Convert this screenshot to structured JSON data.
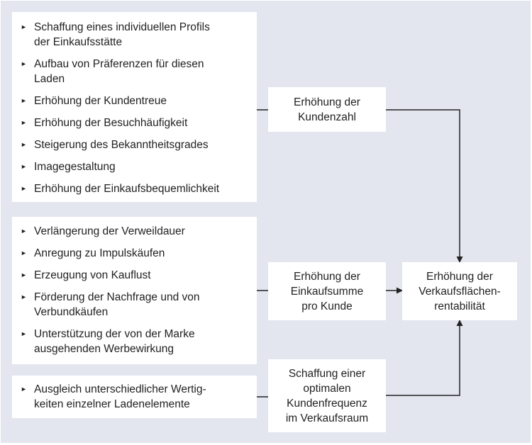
{
  "group_kundenzahl": {
    "items": [
      "Schaffung eines individuellen Profils\nder Einkaufsstätte",
      "Aufbau von Präferenzen für diesen\nLaden",
      "Erhöhung der Kundentreue",
      "Erhöhung der Besuchhäufigkeit",
      "Steigerung des Bekanntheitsgrades",
      "Imagegestaltung",
      "Erhöhung der Einkaufsbequemlichkeit"
    ]
  },
  "group_einkaufssumme": {
    "items": [
      "Verlängerung der Verweildauer",
      "Anregung zu Impulskäufen",
      "Erzeugung von Kauflust",
      "Förderung der Nachfrage und von\nVerbundkäufen",
      "Unterstützung der von der Marke\nausgehenden Werbewirkung"
    ]
  },
  "group_frequenz": {
    "items": [
      "Ausgleich unterschiedlicher Wertig-\nkeiten einzelner Ladenelemente"
    ]
  },
  "goals": {
    "kundenzahl": "Erhöhung der\nKundenzahl",
    "einkaufssumme": "Erhöhung der\nEinkaufsumme\npro Kunde",
    "frequenz": "Schaffung einer\noptimalen\nKundenfrequenz\nim Verkaufsraum"
  },
  "result": "Erhöhung der\nVerkaufsflächen-\nrentabilität",
  "colors": {
    "background": "#e3e6ef",
    "box": "#ffffff",
    "text": "#222222",
    "line": "#222222"
  },
  "icons": {
    "bullet": "triangle-right-icon"
  }
}
